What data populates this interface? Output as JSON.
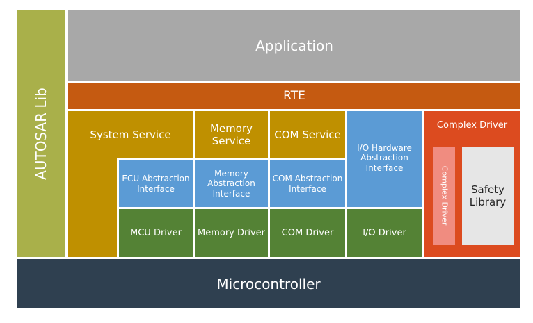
{
  "autosar_lib": "AUTOSAR Lib",
  "application": "Application",
  "rte": "RTE",
  "system_service": "System Service",
  "memory_service": "Memory Service",
  "com_service": "COM Service",
  "ecu_abstraction": "ECU Abstraction Interface",
  "memory_abstraction": "Memory Abstraction Interface",
  "com_abstraction": "COM Abstraction Interface",
  "io_hw_abstraction": "I/O Hardware Abstraction Interface",
  "mcu_driver": "MCU Driver",
  "memory_driver": "Memory Driver",
  "com_driver": "COM Driver",
  "io_driver": "I/O Driver",
  "complex_driver_title": "Complex Driver",
  "complex_driver_vertical": "Complex Driver",
  "safety_library": "Safety Library",
  "microcontroller": "Microcontroller",
  "colors": {
    "lib": "#a9b04a",
    "application": "#a8a8a8",
    "rte": "#c55a11",
    "service": "#bf9000",
    "abstraction": "#5b9bd5",
    "driver": "#548235",
    "complex": "#dc4b1f",
    "complex_inner": "#f08c80",
    "safety": "#e6e6e6",
    "microcontroller": "#2f4050"
  }
}
